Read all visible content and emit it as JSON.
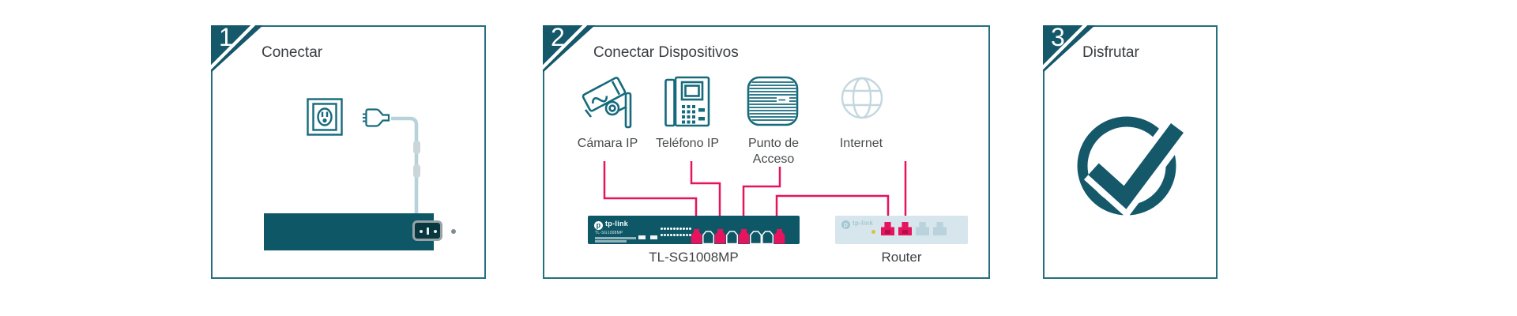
{
  "steps": [
    {
      "number": "1",
      "title": "Conectar"
    },
    {
      "number": "2",
      "title": "Conectar Dispositivos"
    },
    {
      "number": "3",
      "title": "Disfrutar"
    }
  ],
  "panel2": {
    "devices": [
      {
        "label": "Cámara IP",
        "icon": "ip-camera-icon"
      },
      {
        "label": "Teléfono IP",
        "icon": "ip-phone-icon"
      },
      {
        "label": "Punto de Acceso",
        "icon": "access-point-icon"
      },
      {
        "label": "Internet",
        "icon": "internet-globe-icon"
      }
    ],
    "switch": {
      "brand": "tp-link",
      "model": "TL-SG1008MP",
      "ports_total": 8,
      "connected_ports": [
        1,
        3,
        5,
        8
      ]
    },
    "router": {
      "brand": "tp-link",
      "label": "Router",
      "ports_total": 4,
      "connected_ports": [
        1,
        2
      ]
    }
  },
  "colors": {
    "teal_dark": "#0e5766",
    "badge_teal": "#14586a",
    "panel_border": "#256f80",
    "icon_teal": "#156a7c",
    "connection_pink": "#e6135f",
    "power_cable": "#b7d3da",
    "router_body": "#d6e6ec",
    "router_muted": "#a3c6d2",
    "globe_gray": "#c3d7de",
    "led_yellow": "#d8c23f",
    "text_dark": "#3a3d40"
  }
}
